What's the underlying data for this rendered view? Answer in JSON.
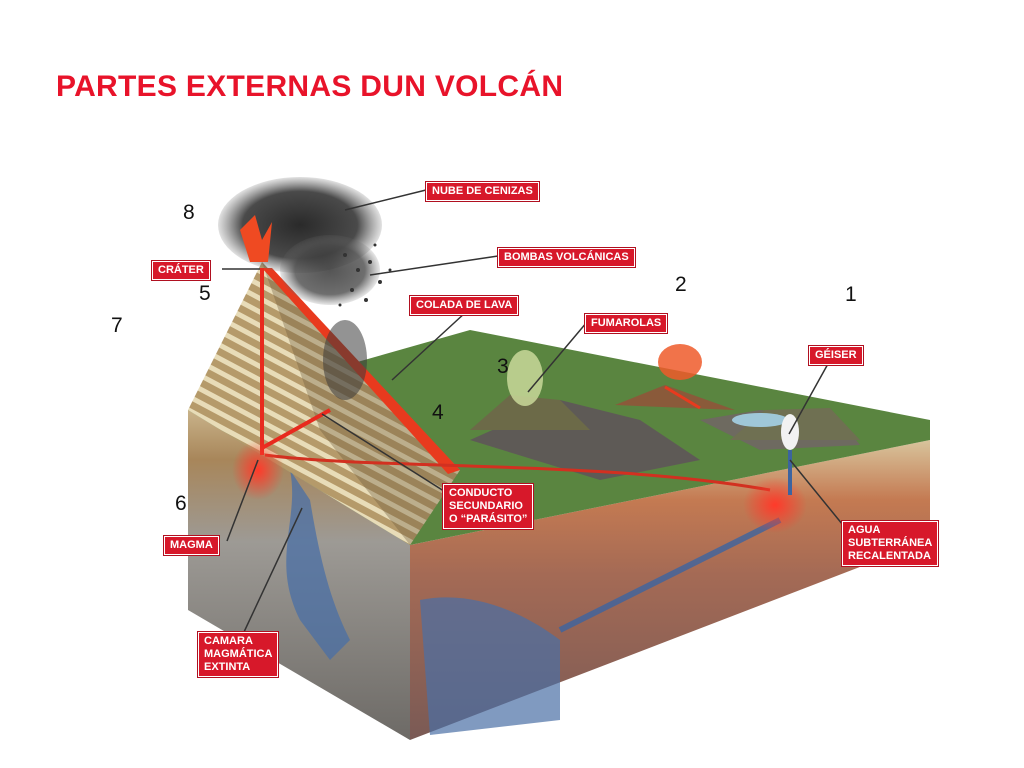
{
  "title": "PARTES EXTERNAS DUN VOLCÁN",
  "numbers": [
    "8",
    "5",
    "7",
    "2",
    "1",
    "3",
    "4",
    "6"
  ],
  "labels": {
    "nube": "NUBE DE CENIZAS",
    "bombas": "BOMBAS VOLCÁNICAS",
    "crater": "CRÁTER",
    "colada": "COLADA DE LAVA",
    "fumarolas": "FUMAROLAS",
    "geiser": "GÉISER",
    "conducto_1": "CONDUCTO",
    "conducto_2": "SECUNDARIO",
    "conducto_3": "O “PARÁSITO”",
    "magma": "MAGMA",
    "agua_1": "AGUA",
    "agua_2": "SUBTERRÁNEA",
    "agua_3": "RECALENTADA",
    "camara_1": "CAMARA",
    "camara_2": "MAGMÁTICA",
    "camara_3": "EXTINTA"
  },
  "colors": {
    "title": "#e8132a",
    "label_bg": "#d7182a",
    "lava": "#e83a1e",
    "grass": "#4f7a35",
    "ash": "#3a3a3a"
  }
}
